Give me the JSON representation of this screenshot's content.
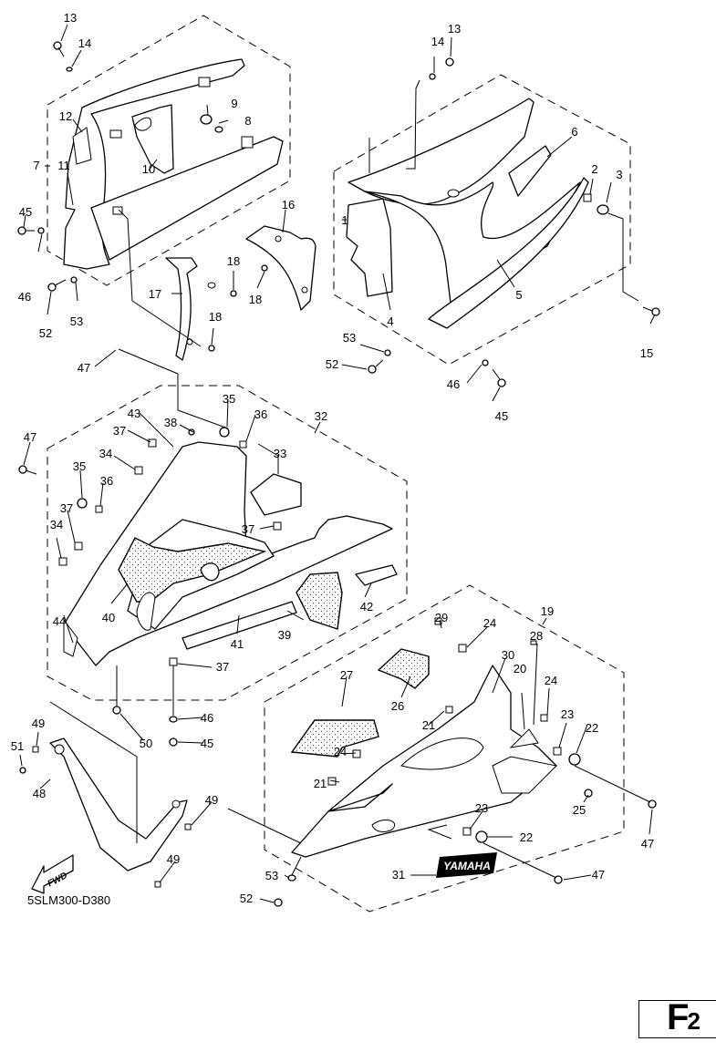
{
  "diagram": {
    "title": "Cowling / Fairing exploded parts diagram",
    "drawing_code": "5SLM300-D380",
    "page_id_letter": "F",
    "page_id_number": "2",
    "fwd_label": "FWD",
    "emblem_text": "YAMAHA",
    "callouts": [
      {
        "id": "c13a",
        "text": "13"
      },
      {
        "id": "c14a",
        "text": "14"
      },
      {
        "id": "c12",
        "text": "12"
      },
      {
        "id": "c9",
        "text": "9"
      },
      {
        "id": "c8",
        "text": "8"
      },
      {
        "id": "c7",
        "text": "7"
      },
      {
        "id": "c11",
        "text": "11"
      },
      {
        "id": "c10",
        "text": "10"
      },
      {
        "id": "c45a",
        "text": "45"
      },
      {
        "id": "c46a",
        "text": "46"
      },
      {
        "id": "c52a",
        "text": "52"
      },
      {
        "id": "c53a",
        "text": "53"
      },
      {
        "id": "c16",
        "text": "16"
      },
      {
        "id": "c17",
        "text": "17"
      },
      {
        "id": "c18a",
        "text": "18"
      },
      {
        "id": "c18b",
        "text": "18"
      },
      {
        "id": "c18c",
        "text": "18"
      },
      {
        "id": "c14b",
        "text": "14"
      },
      {
        "id": "c13b",
        "text": "13"
      },
      {
        "id": "c6",
        "text": "6"
      },
      {
        "id": "c1",
        "text": "1"
      },
      {
        "id": "c2",
        "text": "2"
      },
      {
        "id": "c3",
        "text": "3"
      },
      {
        "id": "c4",
        "text": "4"
      },
      {
        "id": "c5",
        "text": "5"
      },
      {
        "id": "c15",
        "text": "15"
      },
      {
        "id": "c53b",
        "text": "53"
      },
      {
        "id": "c52b",
        "text": "52"
      },
      {
        "id": "c46b",
        "text": "46"
      },
      {
        "id": "c45b",
        "text": "45"
      },
      {
        "id": "c47a",
        "text": "47"
      },
      {
        "id": "c35a",
        "text": "35"
      },
      {
        "id": "c36a",
        "text": "36"
      },
      {
        "id": "c32",
        "text": "32"
      },
      {
        "id": "c43",
        "text": "43"
      },
      {
        "id": "c38",
        "text": "38"
      },
      {
        "id": "c37a",
        "text": "37"
      },
      {
        "id": "c47b",
        "text": "47"
      },
      {
        "id": "c34a",
        "text": "34"
      },
      {
        "id": "c33",
        "text": "33"
      },
      {
        "id": "c35b",
        "text": "35"
      },
      {
        "id": "c36b",
        "text": "36"
      },
      {
        "id": "c37b",
        "text": "37"
      },
      {
        "id": "c34b",
        "text": "34"
      },
      {
        "id": "c37c",
        "text": "37"
      },
      {
        "id": "c40",
        "text": "40"
      },
      {
        "id": "c42",
        "text": "42"
      },
      {
        "id": "c44",
        "text": "44"
      },
      {
        "id": "c39",
        "text": "39"
      },
      {
        "id": "c41",
        "text": "41"
      },
      {
        "id": "c37d",
        "text": "37"
      },
      {
        "id": "c29",
        "text": "29"
      },
      {
        "id": "c24a",
        "text": "24"
      },
      {
        "id": "c19",
        "text": "19"
      },
      {
        "id": "c28",
        "text": "28"
      },
      {
        "id": "c30",
        "text": "30"
      },
      {
        "id": "c27",
        "text": "27"
      },
      {
        "id": "c26",
        "text": "26"
      },
      {
        "id": "c20",
        "text": "20"
      },
      {
        "id": "c24b",
        "text": "24"
      },
      {
        "id": "c23a",
        "text": "23"
      },
      {
        "id": "c22a",
        "text": "22"
      },
      {
        "id": "c21a",
        "text": "21"
      },
      {
        "id": "c24c",
        "text": "24"
      },
      {
        "id": "c21b",
        "text": "21"
      },
      {
        "id": "c46c",
        "text": "46"
      },
      {
        "id": "c50",
        "text": "50"
      },
      {
        "id": "c45c",
        "text": "45"
      },
      {
        "id": "c49a",
        "text": "49"
      },
      {
        "id": "c51",
        "text": "51"
      },
      {
        "id": "c48",
        "text": "48"
      },
      {
        "id": "c49b",
        "text": "49"
      },
      {
        "id": "c49c",
        "text": "49"
      },
      {
        "id": "c25",
        "text": "25"
      },
      {
        "id": "c47c",
        "text": "47"
      },
      {
        "id": "c23b",
        "text": "23"
      },
      {
        "id": "c22b",
        "text": "22"
      },
      {
        "id": "c53c",
        "text": "53"
      },
      {
        "id": "c52c",
        "text": "52"
      },
      {
        "id": "c31",
        "text": "31"
      },
      {
        "id": "c47d",
        "text": "47"
      }
    ]
  }
}
